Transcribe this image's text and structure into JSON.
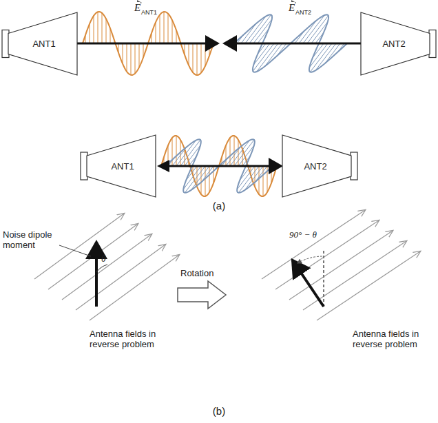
{
  "diagram": {
    "nodes": [
      {
        "text": [
          "ANT1"
        ]
      },
      {
        "text": [
          "ANT2"
        ]
      },
      {
        "text": [
          "ANT1"
        ]
      },
      {
        "text": [
          "ANT2"
        ]
      }
    ],
    "edges": [
      {
        "from": 2,
        "to": 3,
        "arrow": "both"
      }
    ],
    "labels": [
      "E",
      "ANT1",
      "E",
      "ANT2",
      "(a)",
      "Noise dipole moment",
      "θ",
      "Rotation",
      "90° − θ",
      "Antenna fields in reverse problem",
      "Antenna fields in reverse problem",
      "(b)"
    ]
  }
}
